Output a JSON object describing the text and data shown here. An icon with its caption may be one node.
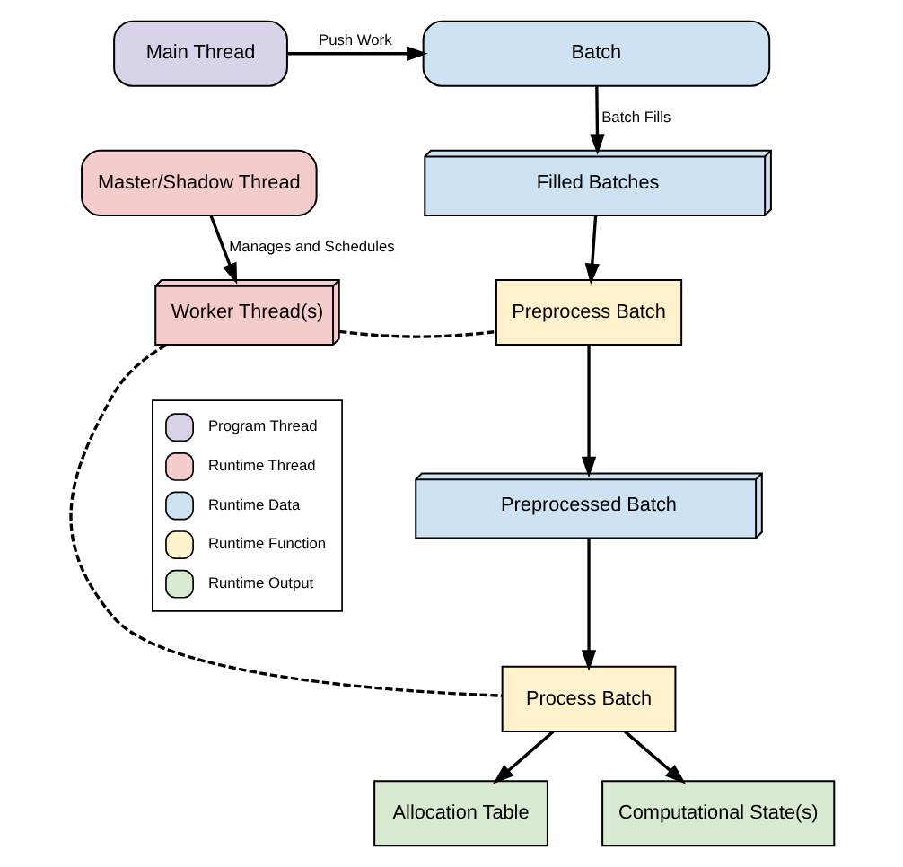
{
  "diagram": {
    "nodes": [
      {
        "text": [
          "Main Thread"
        ]
      },
      {
        "text": [
          "Batch"
        ]
      },
      {
        "text": [
          "Master/Shadow Thread"
        ]
      },
      {
        "text": [
          "Filled Batches"
        ]
      },
      {
        "text": [
          "Worker Thread(s)"
        ]
      },
      {
        "text": [
          "Preprocess Batch"
        ]
      },
      {
        "text": [
          "Preprocessed Batch"
        ]
      },
      {
        "text": [
          "Process Batch"
        ]
      },
      {
        "text": [
          "Allocation Table"
        ]
      },
      {
        "text": [
          "Computational State(s)"
        ]
      }
    ],
    "edges": [
      {
        "from": 0,
        "to": 1,
        "arrow": "to",
        "label": "Push Work"
      },
      {
        "from": 1,
        "to": 3,
        "arrow": "to",
        "label": "Batch Fills"
      },
      {
        "from": 2,
        "to": 4,
        "arrow": "to",
        "label": "Manages and Schedules"
      },
      {
        "from": 3,
        "to": 5,
        "arrow": "to"
      },
      {
        "from": 4,
        "to": 5,
        "arrow": "none",
        "style": "dashed"
      },
      {
        "from": 4,
        "to": 7,
        "arrow": "none",
        "style": "dashed"
      },
      {
        "from": 5,
        "to": 6,
        "arrow": "to"
      },
      {
        "from": 6,
        "to": 7,
        "arrow": "to"
      },
      {
        "from": 7,
        "to": 8,
        "arrow": "to"
      },
      {
        "from": 7,
        "to": 9,
        "arrow": "to"
      }
    ],
    "legend": [
      {
        "text": "Program Thread",
        "color": "#d9d2e9"
      },
      {
        "text": "Runtime Thread",
        "color": "#f4cccc"
      },
      {
        "text": "Runtime Data",
        "color": "#cfe2f3"
      },
      {
        "text": "Runtime Function",
        "color": "#fff2cc"
      },
      {
        "text": "Runtime Output",
        "color": "#d9ead3"
      }
    ]
  }
}
